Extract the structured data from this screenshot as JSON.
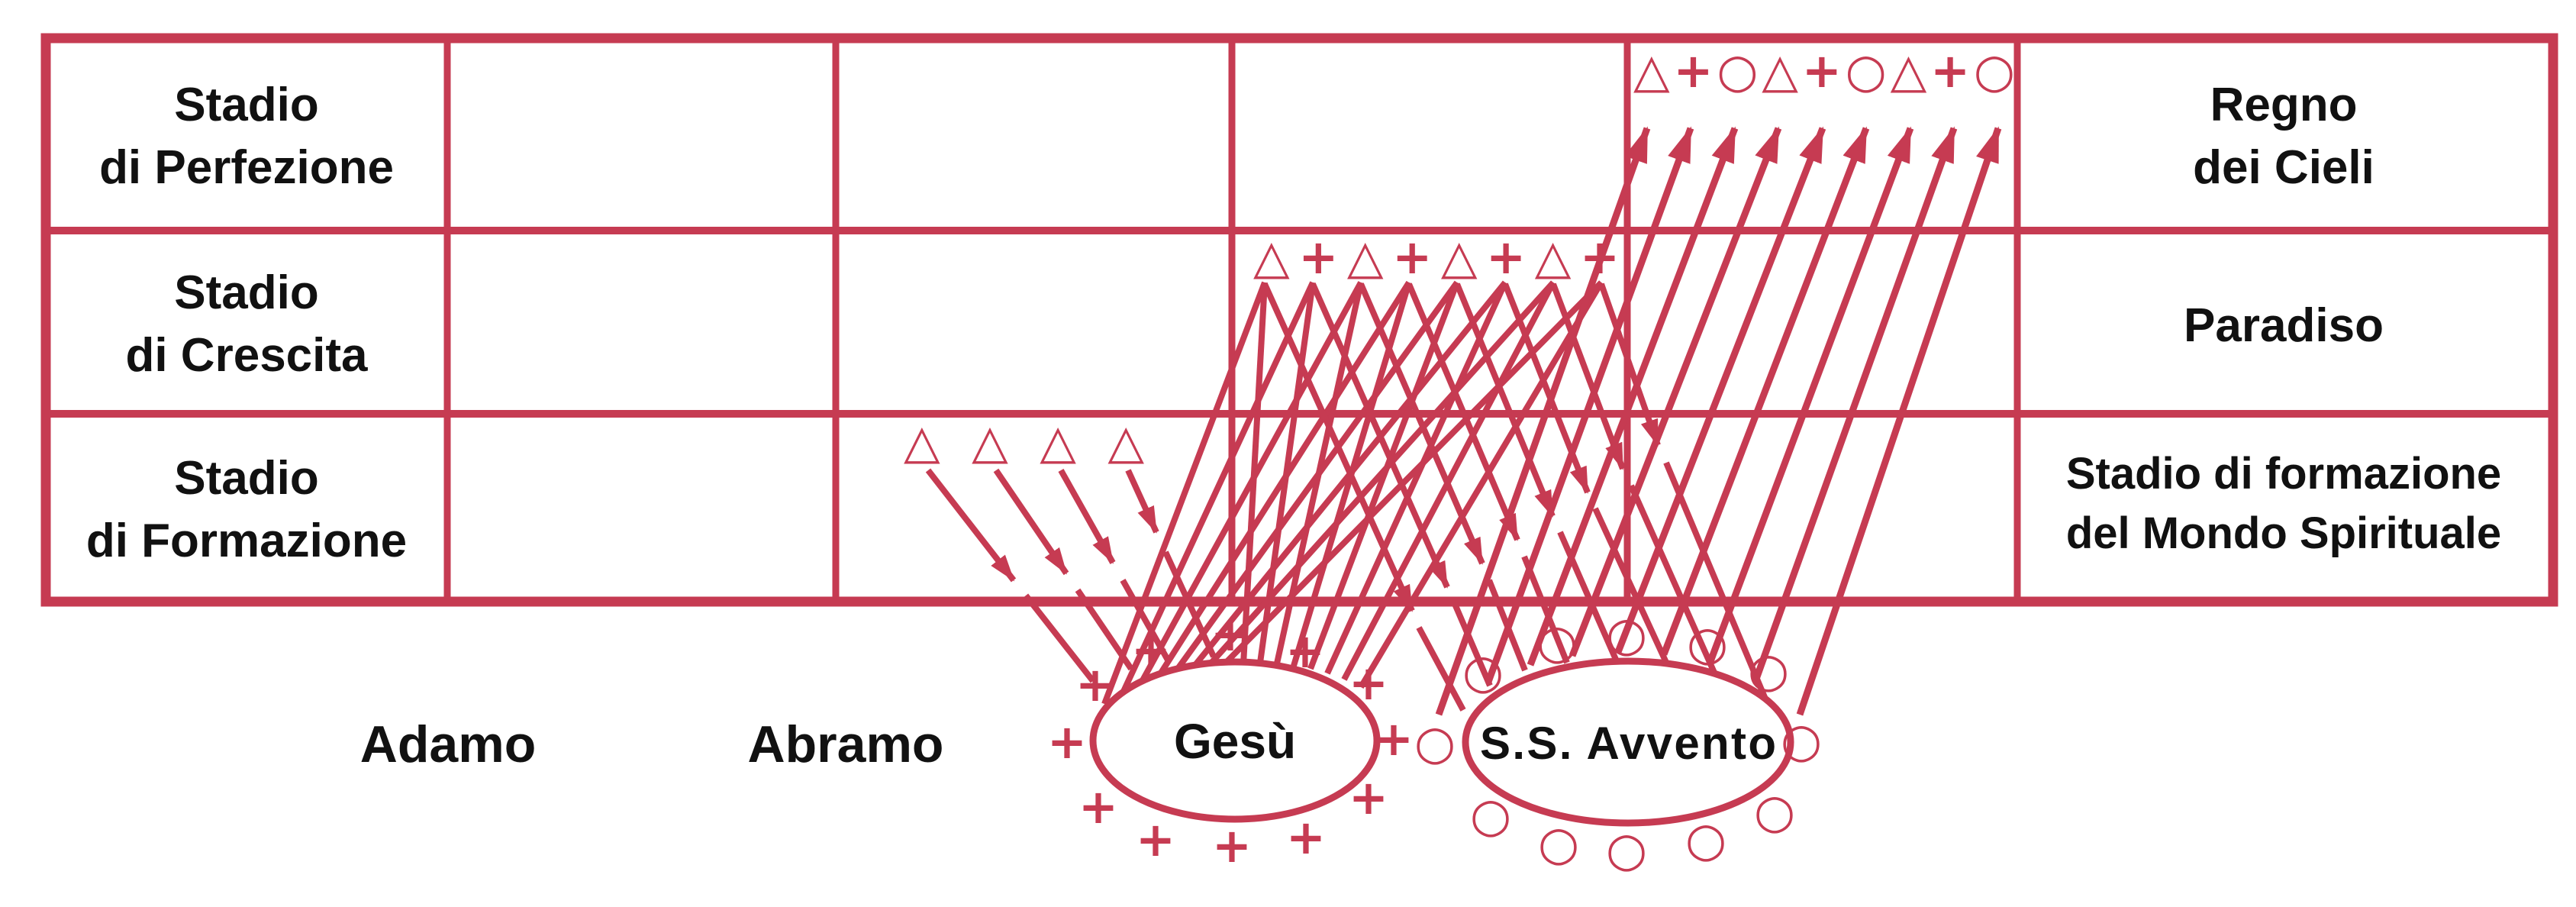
{
  "colors": {
    "accent": "#C63B52",
    "text": "#111111",
    "background": "#FFFFFF"
  },
  "stage_table": {
    "row_labels": [
      {
        "line1": "Stadio",
        "line2": "di Perfezione"
      },
      {
        "line1": "Stadio",
        "line2": "di Crescita"
      },
      {
        "line1": "Stadio",
        "line2": "di Formazione"
      }
    ],
    "spirit_world_labels": [
      {
        "line1": "Regno",
        "line2": "dei Cieli"
      },
      {
        "line1": "Paradiso",
        "line2": ""
      },
      {
        "line1": "Stadio di formazione",
        "line2": "del Mondo Spirituale"
      }
    ]
  },
  "timeline": {
    "adamo": "Adamo",
    "abramo": "Abramo",
    "gesu": "Gesù",
    "avvento": "S.S. Avvento"
  },
  "symbols": {
    "perfection_row": "△+○△+○△+○",
    "growth_row": "△+△+△+△+",
    "formation_row": "△ △ △ △",
    "plus": "+",
    "circle": "○"
  },
  "figure_counts": {
    "kingdom_ascent_arrows": 9,
    "advent_descent_arrows": 8,
    "formation_descent_arrows": 4,
    "growth_zigzag_legs": 16,
    "plus_marks_around_gesu": 12,
    "circle_marks_around_avvento": 12
  }
}
